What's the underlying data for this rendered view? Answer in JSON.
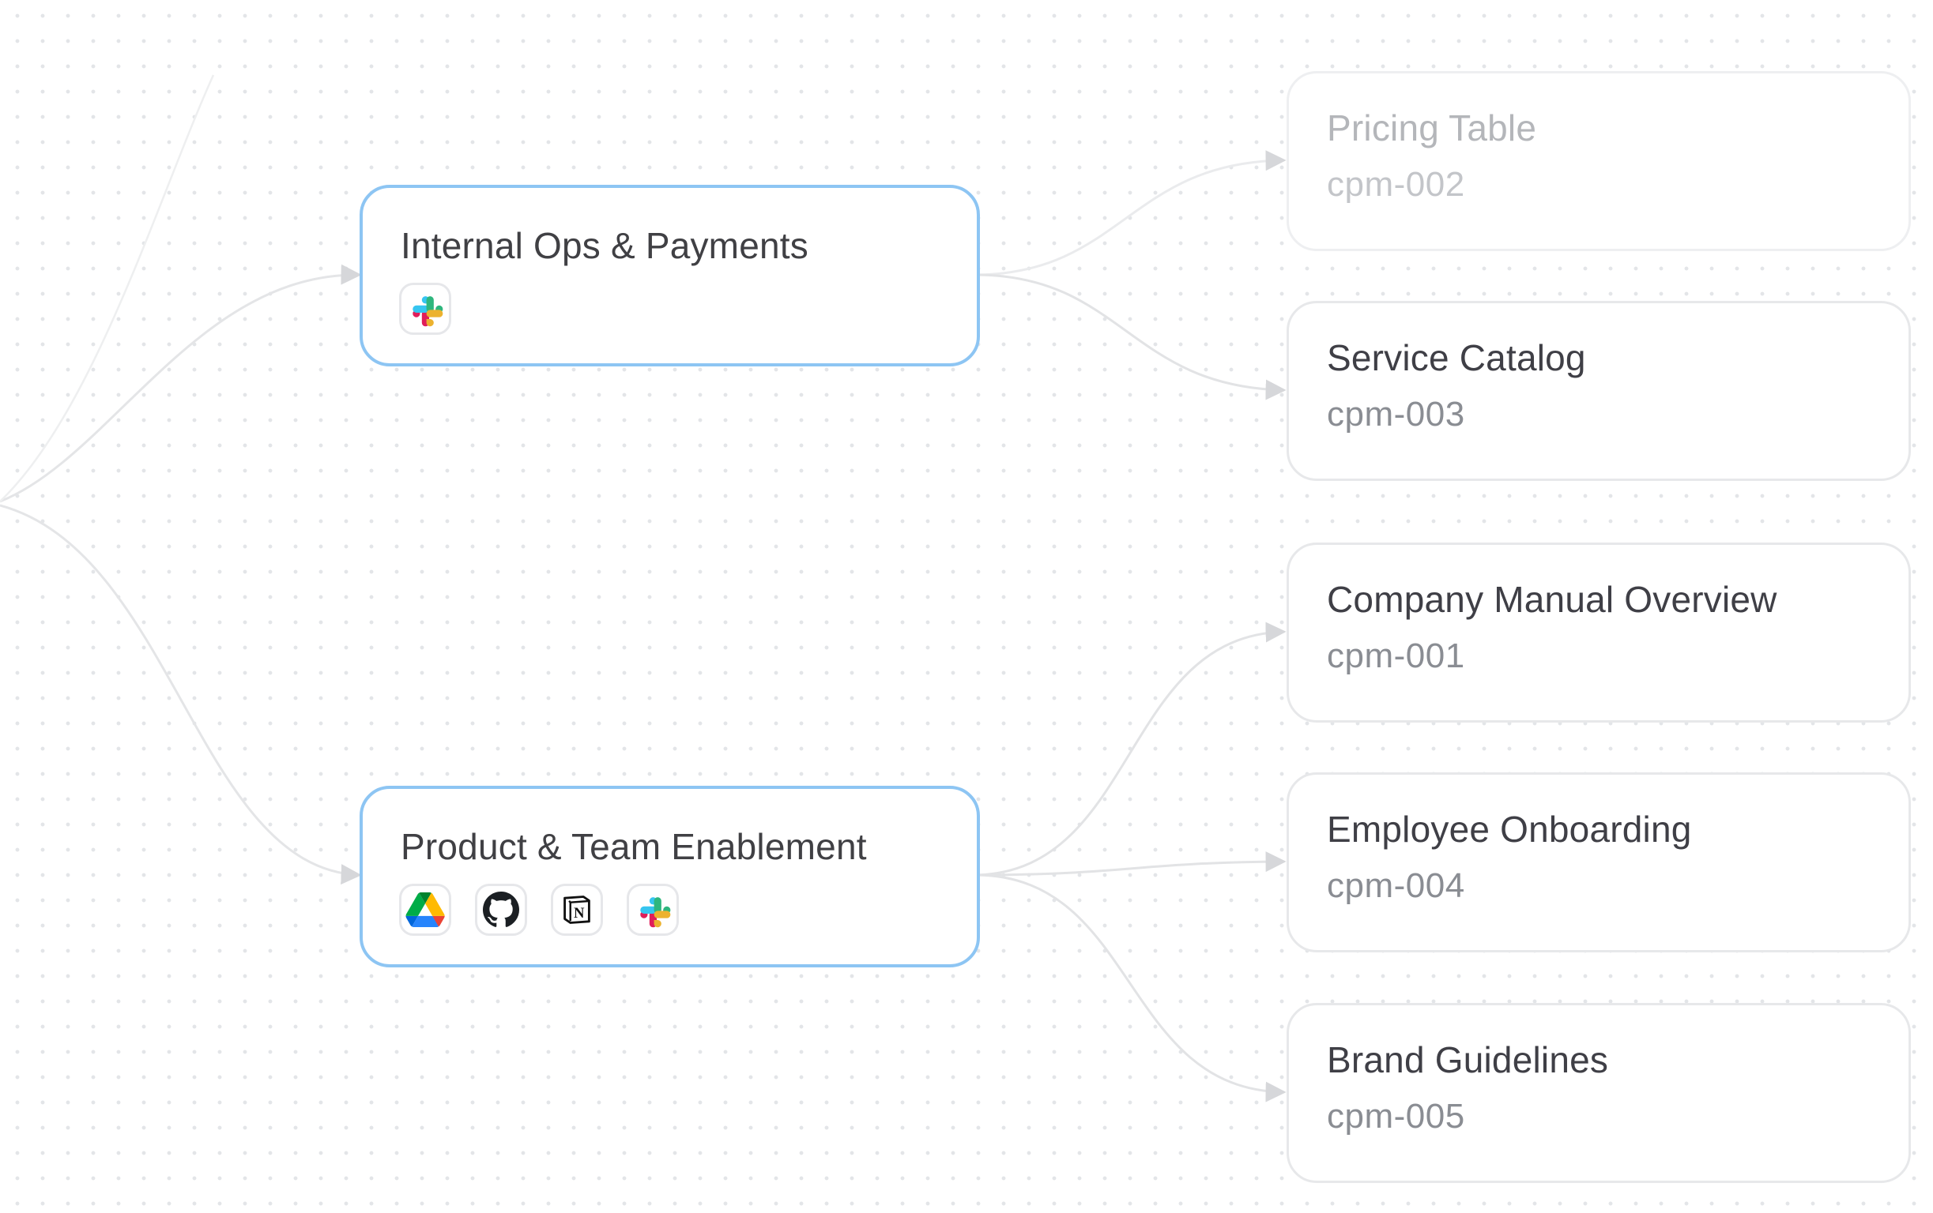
{
  "colors": {
    "group_border": "#8dc5f3",
    "doc_border": "#e7e8ea",
    "edge": "#e4e5e7",
    "dot_grid": "#e3e5e8"
  },
  "groups": [
    {
      "title": "Internal Ops & Payments",
      "icons": [
        "slack-icon"
      ]
    },
    {
      "title": "Product & Team Enablement",
      "icons": [
        "google-drive-icon",
        "github-icon",
        "notion-icon",
        "slack-icon"
      ]
    }
  ],
  "documents": [
    {
      "title": "Pricing Table",
      "id": "cpm-002",
      "faded": true
    },
    {
      "title": "Service Catalog",
      "id": "cpm-003"
    },
    {
      "title": "Company Manual Overview",
      "id": "cpm-001"
    },
    {
      "title": "Employee Onboarding",
      "id": "cpm-004"
    },
    {
      "title": "Brand Guidelines",
      "id": "cpm-005"
    }
  ]
}
